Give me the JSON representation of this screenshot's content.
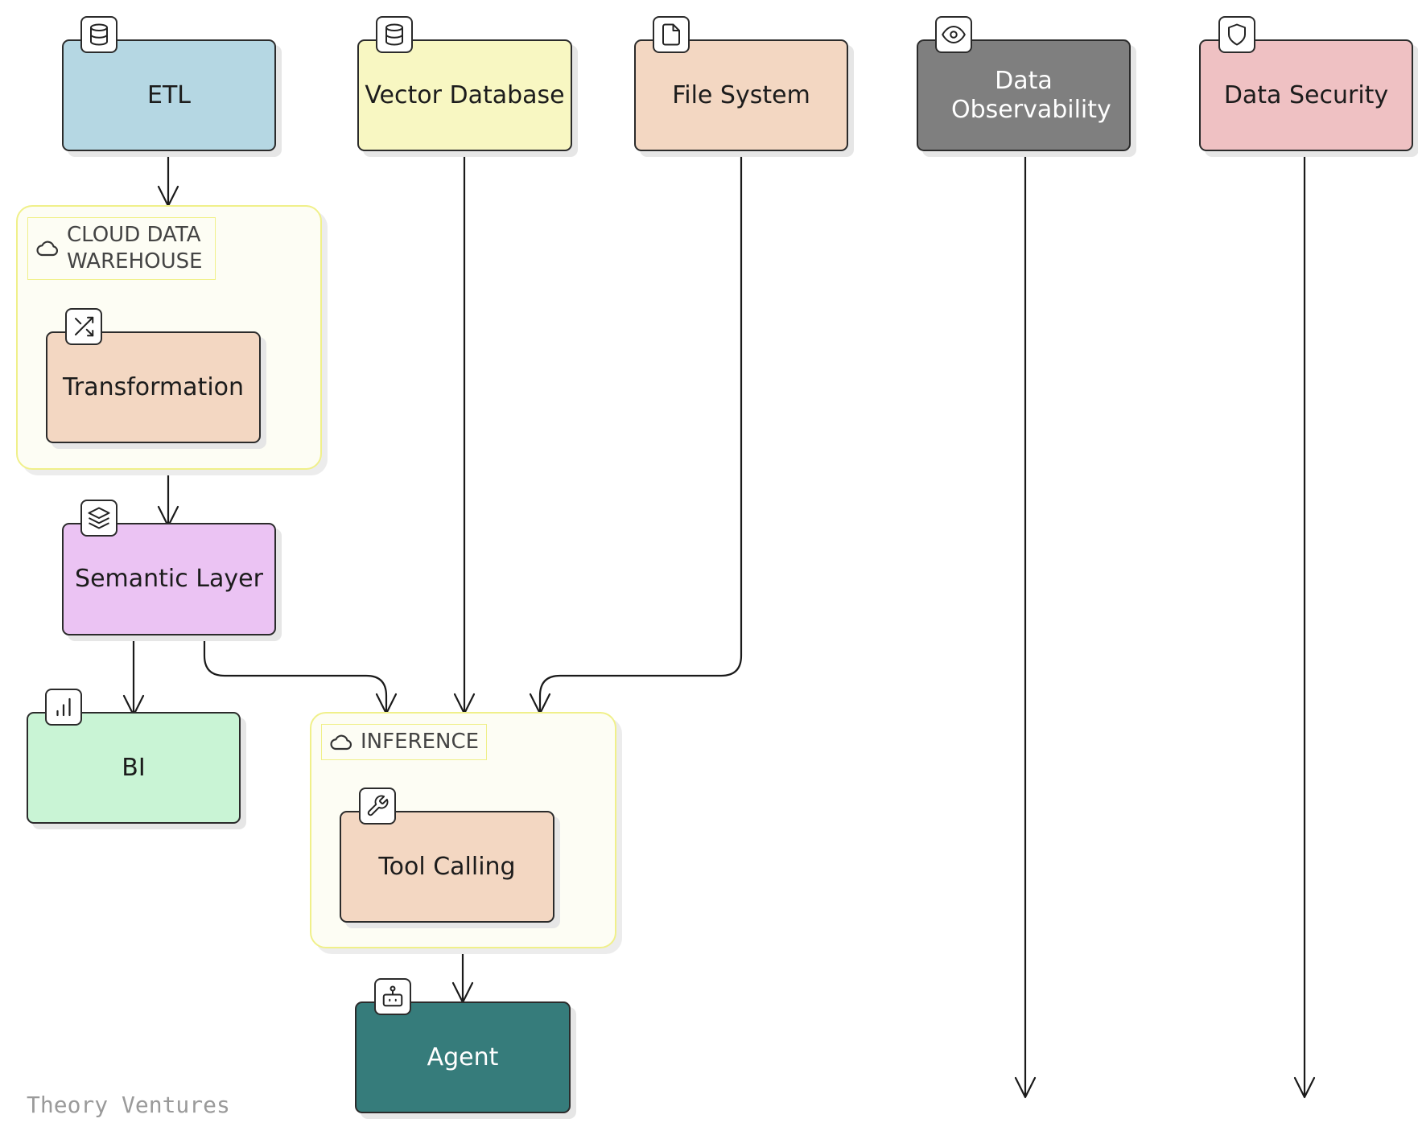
{
  "colors": {
    "etl": "#b5d7e3",
    "vector_database": "#f8f7c2",
    "file_system": "#f3d7c2",
    "data_observability": "#7f7f7f",
    "data_security": "#efc1c3",
    "transformation": "#f3d7c2",
    "semantic_layer": "#ebc3f3",
    "bi": "#c9f4d5",
    "tool_calling": "#f3d7c2",
    "agent": "#367c7b",
    "group_border": "#f0f08a",
    "group_fill": "#fdfdf4"
  },
  "nodes": {
    "etl": {
      "label": "ETL",
      "icon": "database-icon"
    },
    "vector_database": {
      "label": "Vector Database",
      "icon": "database-icon"
    },
    "file_system": {
      "label": "File System",
      "icon": "file-icon"
    },
    "data_observability": {
      "label": "Data Observability",
      "icon": "eye-icon"
    },
    "data_security": {
      "label": "Data Security",
      "icon": "shield-icon"
    },
    "transformation": {
      "label": "Transformation",
      "icon": "shuffle-icon"
    },
    "semantic_layer": {
      "label": "Semantic Layer",
      "icon": "layers-icon"
    },
    "bi": {
      "label": "BI",
      "icon": "bar-chart-icon"
    },
    "tool_calling": {
      "label": "Tool Calling",
      "icon": "wrench-icon"
    },
    "agent": {
      "label": "Agent",
      "icon": "robot-icon"
    }
  },
  "groups": {
    "cloud_data_warehouse": {
      "label": "CLOUD DATA WAREHOUSE",
      "icon": "cloud-icon"
    },
    "inference": {
      "label": "INFERENCE",
      "icon": "cloud-icon"
    }
  },
  "edges": [
    {
      "from": "ETL",
      "to": "CLOUD DATA WAREHOUSE"
    },
    {
      "from": "CLOUD DATA WAREHOUSE",
      "to": "Semantic Layer"
    },
    {
      "from": "Semantic Layer",
      "to": "BI"
    },
    {
      "from": "Semantic Layer",
      "to": "INFERENCE"
    },
    {
      "from": "Vector Database",
      "to": "INFERENCE"
    },
    {
      "from": "File System",
      "to": "INFERENCE"
    },
    {
      "from": "INFERENCE",
      "to": "Agent"
    },
    {
      "from": "Data Observability",
      "to": ""
    },
    {
      "from": "Data Security",
      "to": ""
    }
  ],
  "watermark": "Theory Ventures"
}
